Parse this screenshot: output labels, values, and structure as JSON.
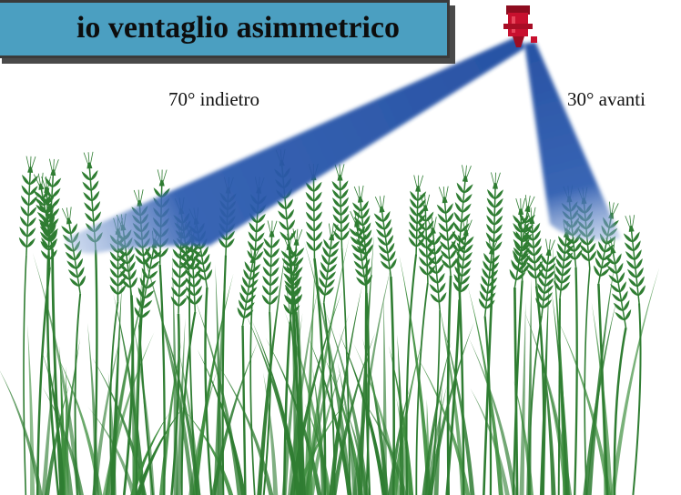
{
  "title": "io ventaglio asimmetrico",
  "labels": {
    "backward_angle": "70° indietro",
    "forward_angle": "30° avanti"
  },
  "colors": {
    "title_box": "#4b9fc1",
    "nozzle": "#c8102e",
    "spray": "#1f4e9c",
    "wheat": "#2f7d32"
  },
  "icons": {
    "nozzle": "spray-nozzle-icon",
    "crop": "wheat-field"
  }
}
